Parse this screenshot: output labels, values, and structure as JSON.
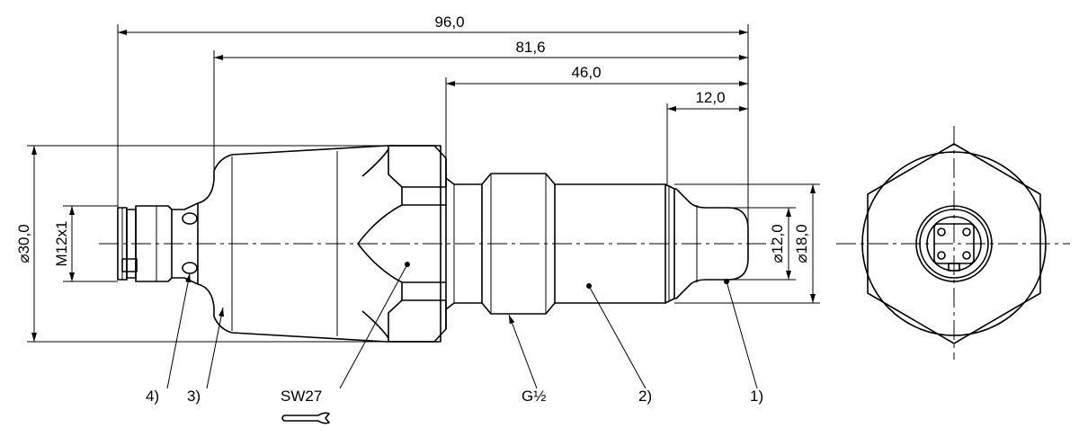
{
  "dimensions": {
    "overall_length": "96,0",
    "body_length": "81,6",
    "process_length": "46,0",
    "tip_length": "12,0",
    "body_diameter": "⌀30,0",
    "probe_diameter": "⌀12,0",
    "sealing_diameter": "⌀18,0",
    "connector_thread": "M12x1"
  },
  "callouts": {
    "one": "1)",
    "two": "2)",
    "three": "3)",
    "four": "4)",
    "wrench_size": "SW27",
    "process_thread": "G½"
  },
  "icons": {
    "wrench": "wrench-icon"
  }
}
